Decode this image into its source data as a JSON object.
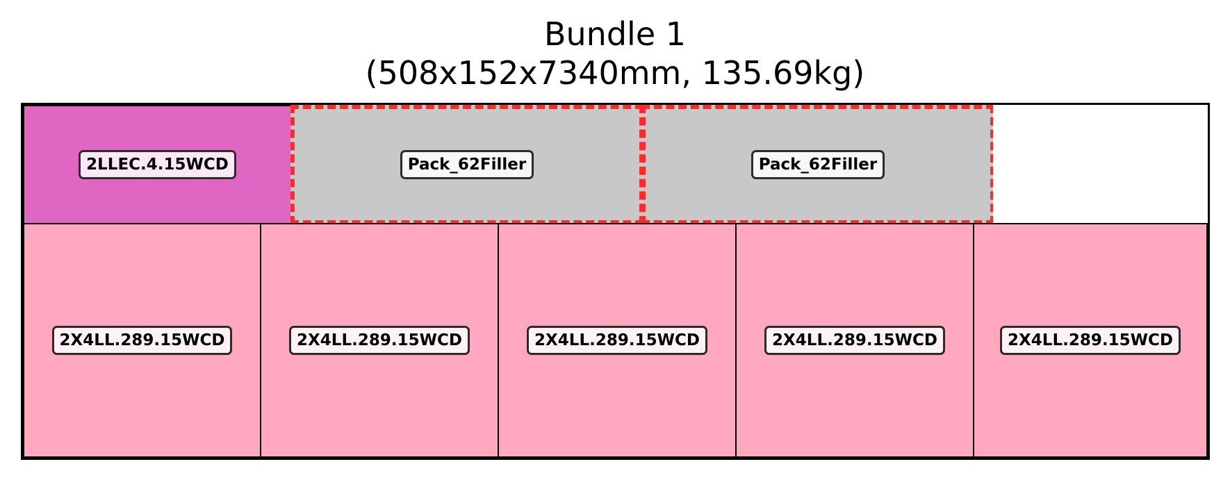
{
  "title": {
    "line1": "Bundle 1",
    "line2": "(508x152x7340mm, 135.69kg)"
  },
  "colors": {
    "lec": "#e066c3",
    "filler": "#c8c8c8",
    "ll": "#ffa8c0",
    "filler_outline": "#ff2a2a",
    "outline": "#000000"
  },
  "top_row": [
    {
      "label": "2LLEC.4.15WCD",
      "kind": "lec"
    },
    {
      "label": "Pack_62Filler",
      "kind": "filler"
    },
    {
      "label": "Pack_62Filler",
      "kind": "filler"
    }
  ],
  "bottom_row": [
    {
      "label": "2X4LL.289.15WCD",
      "kind": "ll"
    },
    {
      "label": "2X4LL.289.15WCD",
      "kind": "ll"
    },
    {
      "label": "2X4LL.289.15WCD",
      "kind": "ll"
    },
    {
      "label": "2X4LL.289.15WCD",
      "kind": "ll"
    },
    {
      "label": "2X4LL.289.15WCD",
      "kind": "ll"
    }
  ]
}
